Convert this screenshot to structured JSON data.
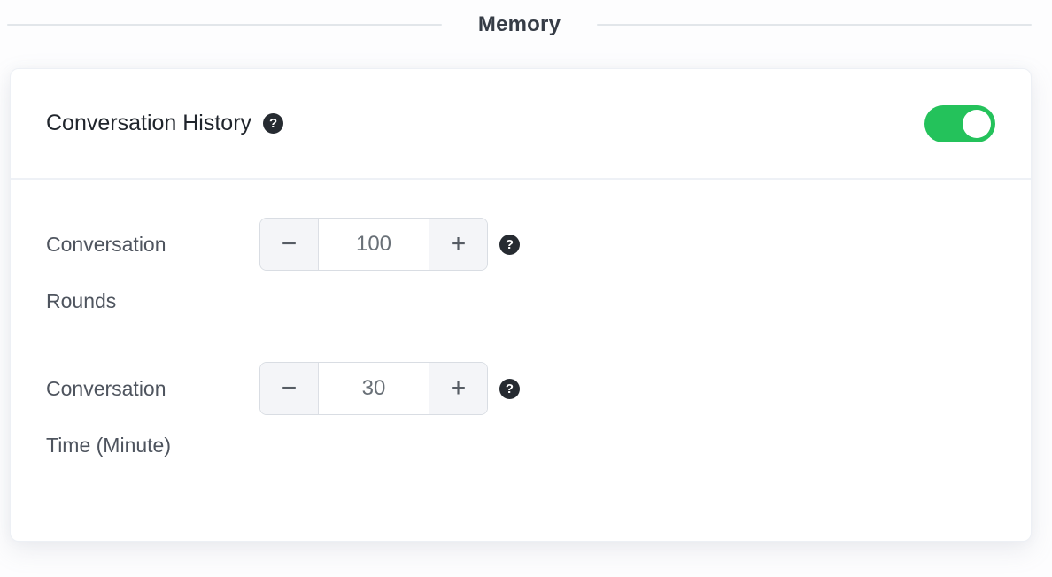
{
  "section": {
    "title": "Memory"
  },
  "card": {
    "header": {
      "label": "Conversation History",
      "toggle_on": true
    },
    "rows": [
      {
        "label": "Conversation Rounds",
        "value": "100"
      },
      {
        "label": "Conversation Time (Minute)",
        "value": "30"
      }
    ]
  },
  "icons": {
    "help": "?",
    "minus": "−",
    "plus": "+"
  },
  "colors": {
    "toggle_on_green": "#24c25b",
    "help_icon_bg": "#262b31",
    "card_bg": "#ffffff",
    "divider": "#e2e6ea"
  }
}
